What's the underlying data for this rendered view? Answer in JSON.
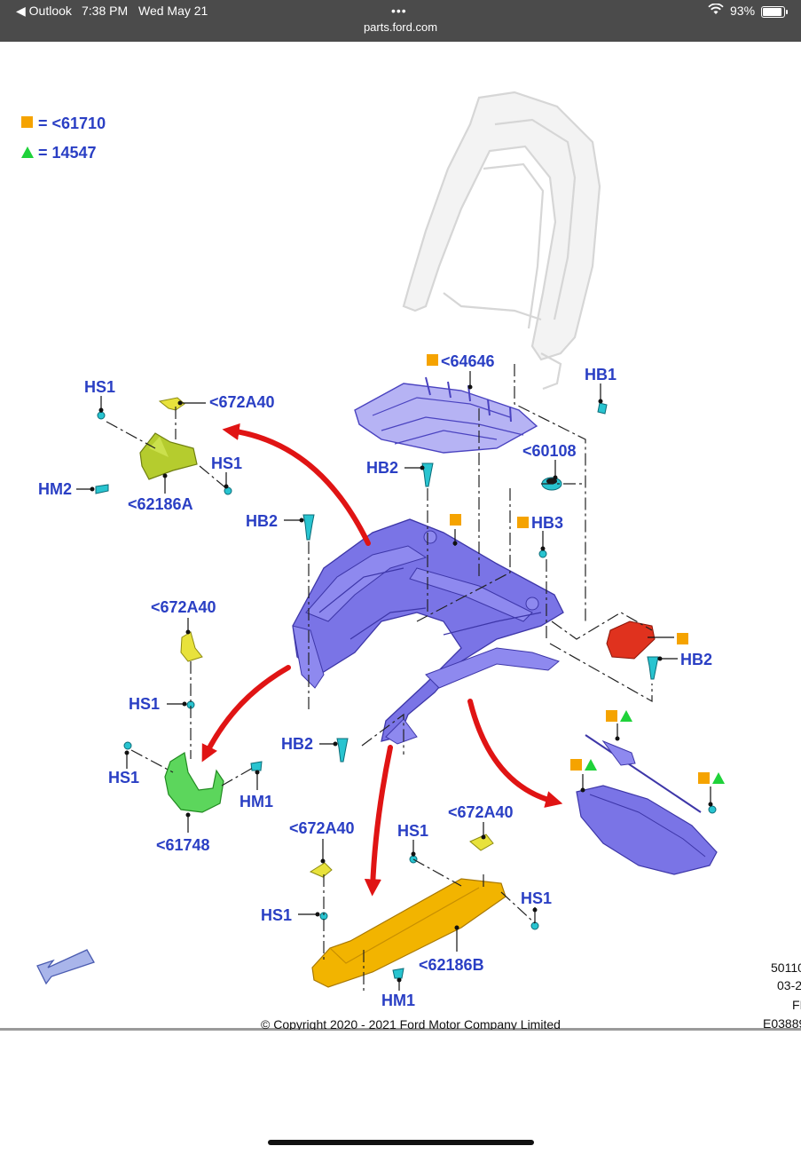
{
  "status_bar": {
    "back_app": "◀ Outlook",
    "time": "7:38 PM",
    "date": "Wed May 21",
    "url": "parts.ford.com",
    "battery": "93%",
    "dots": "•••"
  },
  "legend": {
    "square_label": "= <61710",
    "triangle_label": "= 14547",
    "square_color": "#f5a300",
    "triangle_color": "#1fd23a"
  },
  "labels": {
    "hs1_a": "HS1",
    "p672a40_a": "<672A40",
    "hs1_b": "HS1",
    "hm2": "HM2",
    "p62186a": "<62186A",
    "p64646": "<64646",
    "hb1": "HB1",
    "hb2_a": "HB2",
    "p60108": "<60108",
    "hb2_b": "HB2",
    "hb3": "HB3",
    "p672a40_b": "<672A40",
    "hs1_c": "HS1",
    "hs1_d": "HS1",
    "hm1_a": "HM1",
    "p61748": "<61748",
    "hb2_c": "HB2",
    "hb2_d": "HB2",
    "p672a40_c": "<672A40",
    "hs1_e": "HS1",
    "p672a40_d": "<672A40",
    "hs1_f": "HS1",
    "hs1_g": "HS1",
    "p62186b": "<62186B",
    "hm1_b": "HM1"
  },
  "footer": {
    "copyright": "© Copyright 2020 - 2021 Ford Motor Company Limited",
    "code1": "50110",
    "code2": "03-2",
    "code3": "FI",
    "code4": "E03889"
  },
  "colors": {
    "label_blue": "#2a3fc4",
    "frame_purple": "#7a74e6",
    "arrow_red": "#e01414",
    "fastener_cyan": "#28c4d0",
    "bracket_yellow": "#e8e23c",
    "bracket_green": "#5cd65c",
    "bracket_olive": "#b5cc2e",
    "cover_orange": "#f2b400",
    "motor_red": "#e0321e"
  },
  "icons": [
    "back-chevron-icon",
    "wifi-icon",
    "battery-icon",
    "ellipsis-icon",
    "navigation-arrow-icon"
  ]
}
